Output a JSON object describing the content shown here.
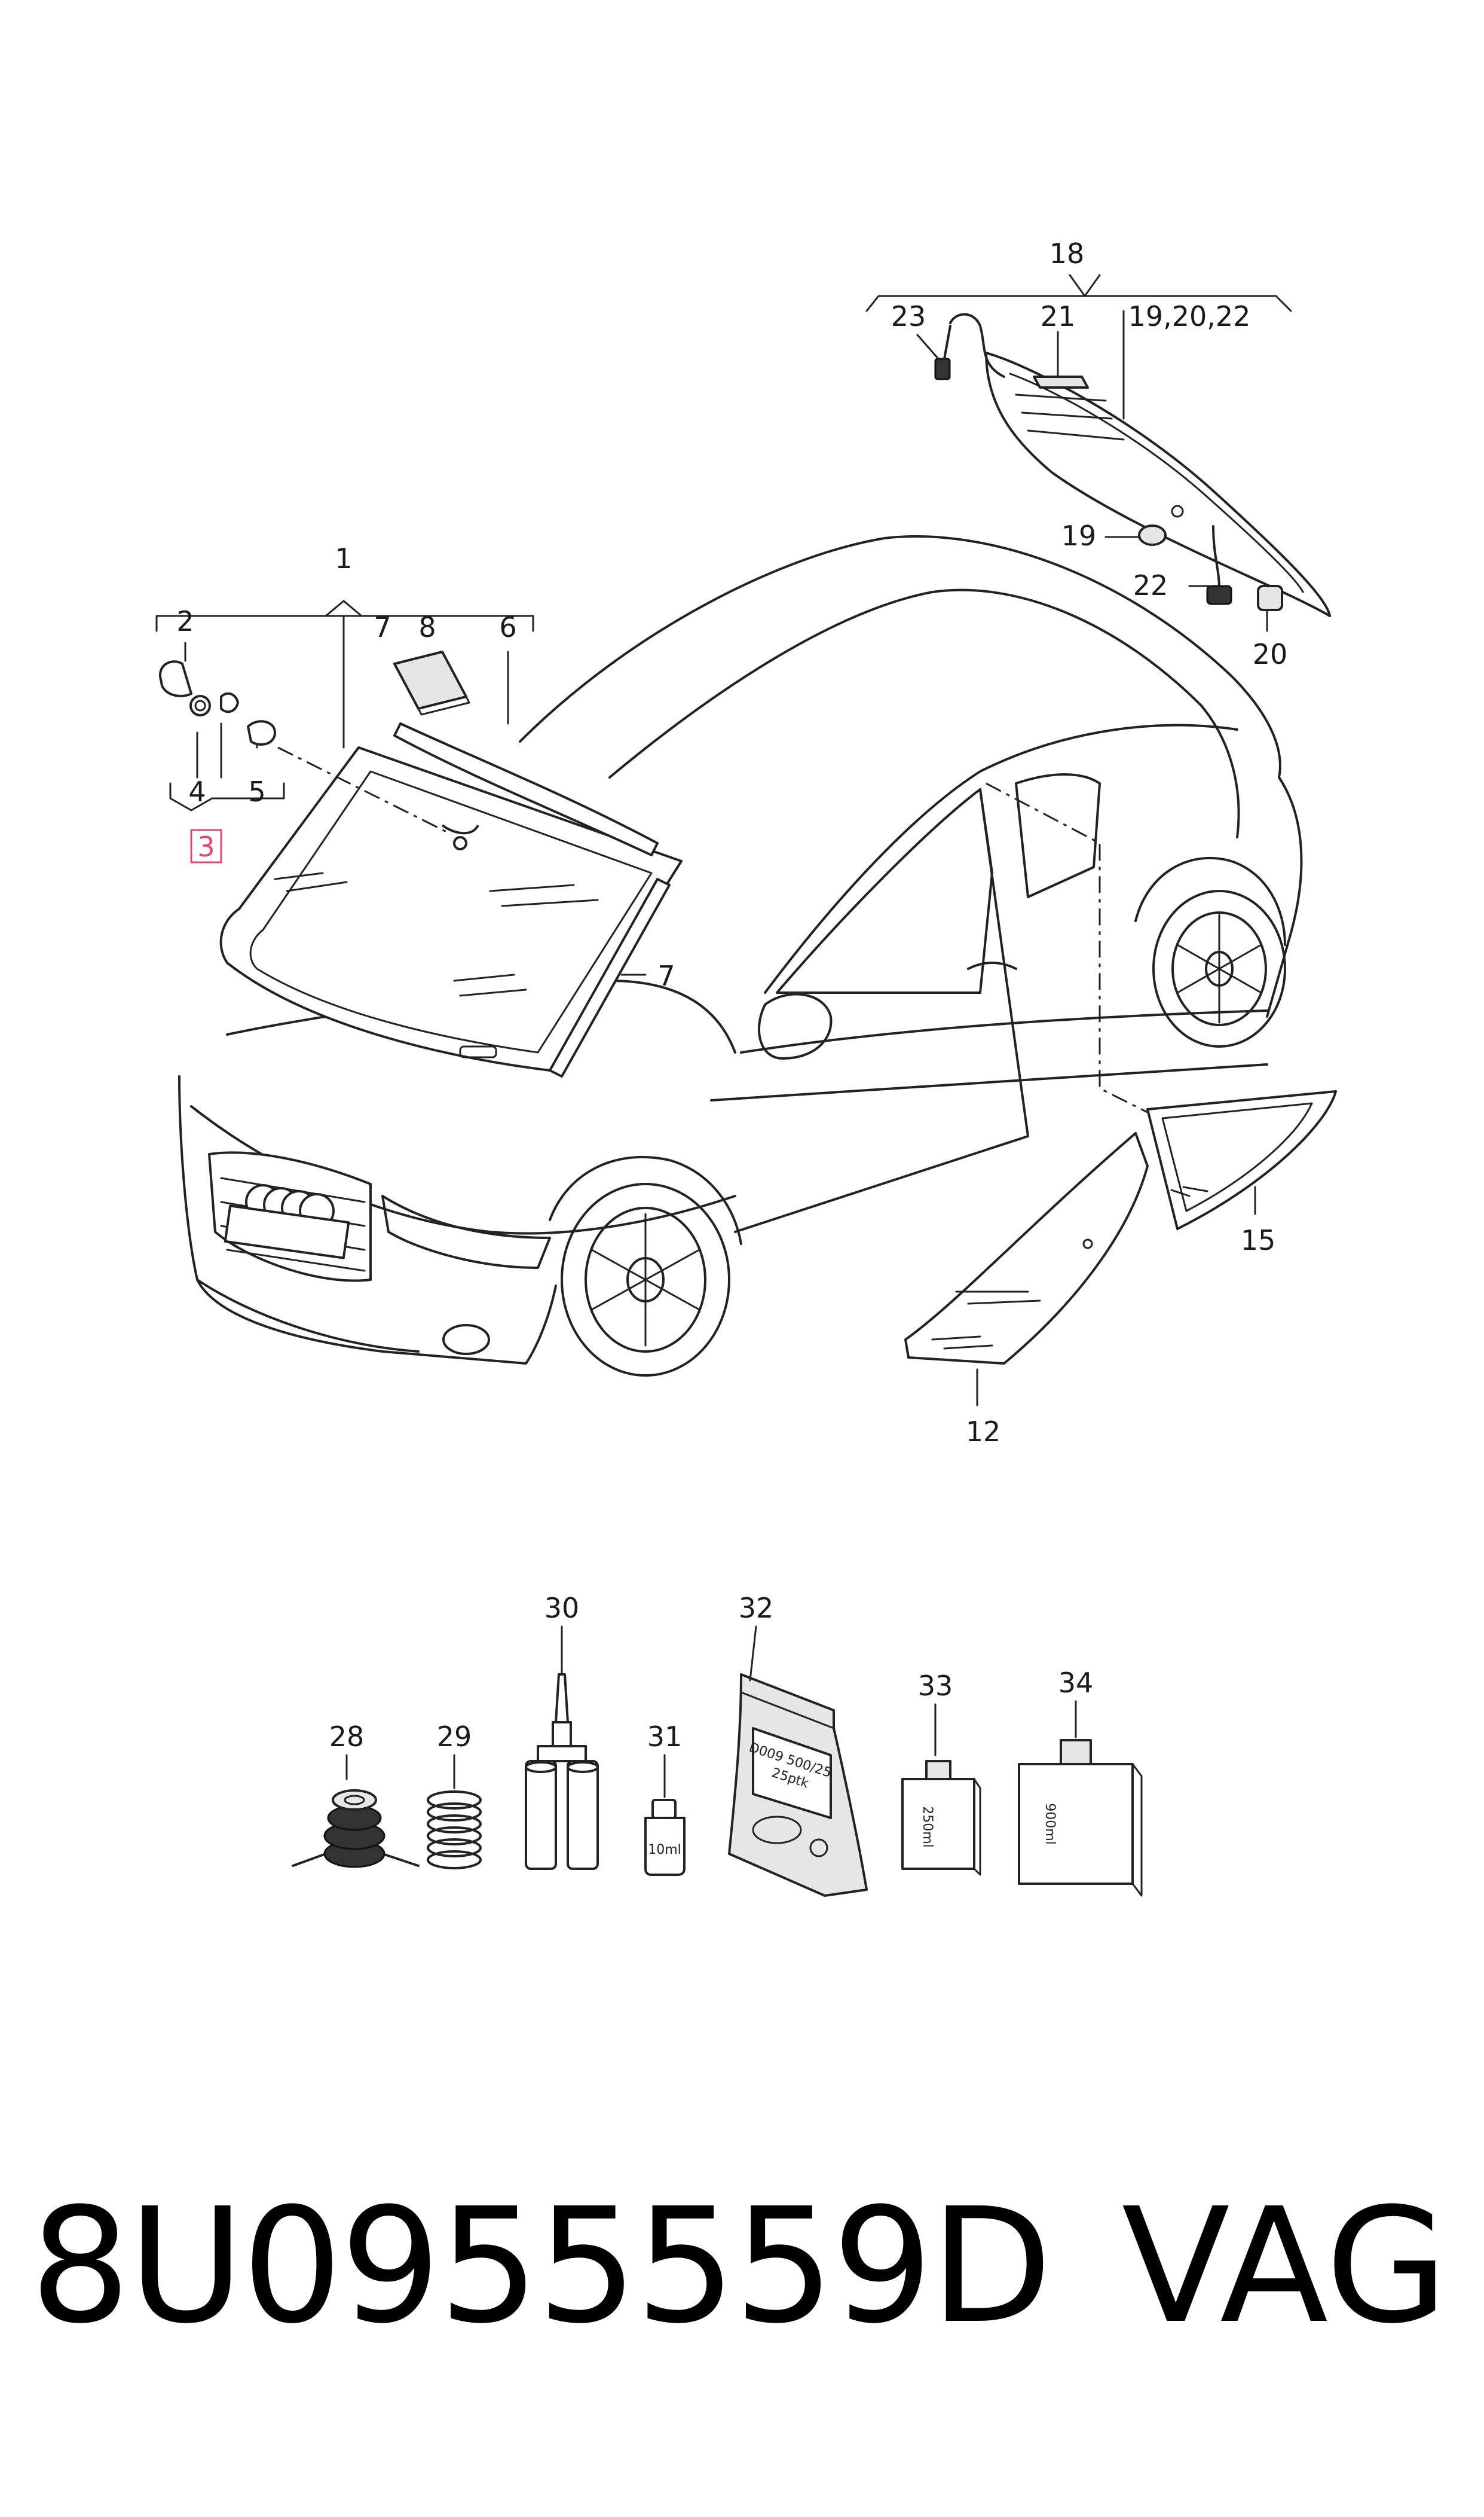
{
  "callouts": {
    "c1": "1",
    "c2": "2",
    "c3": "3",
    "c4": "4",
    "c5": "5",
    "c6": "6",
    "c7a": "7",
    "c7b": "7",
    "c8": "8",
    "c12": "12",
    "c15": "15",
    "c18": "18",
    "c19": "19",
    "c19_20_22": "19,20,22",
    "c20": "20",
    "c21": "21",
    "c22": "22",
    "c23": "23",
    "c28": "28",
    "c29": "29",
    "c30": "30",
    "c31": "31",
    "c32": "32",
    "c33": "33",
    "c34": "34"
  },
  "container_labels": {
    "bottle31": "10ml",
    "bag32_line1": "D009 500/25",
    "bag32_line2": "25ptk",
    "bottle33": "250ml",
    "bottle34": "900ml"
  },
  "highlight_color": "#e0457b",
  "footer": {
    "part_number": "8U0955559D",
    "brand": "VAG"
  }
}
